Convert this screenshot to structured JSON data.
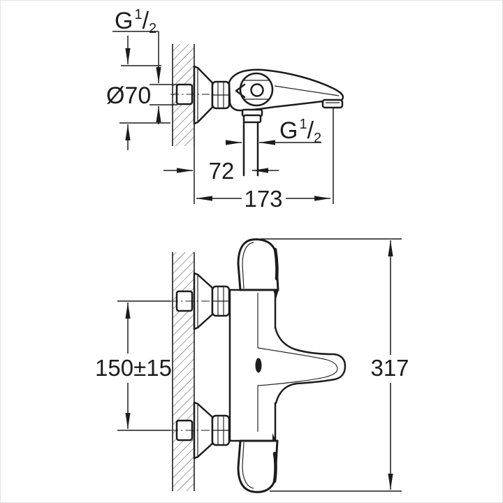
{
  "colors": {
    "ink": "#1c1c1c",
    "paper": "#ffffff",
    "hatch": "#4d4d4d"
  },
  "top_view": {
    "wall_thread_label": {
      "base": "G",
      "sup": "1",
      "slash": "/",
      "sub": "2"
    },
    "escutcheon_diameter_label": "Ø70",
    "spout_thread_label": {
      "base": "G",
      "sup": "1",
      "slash": "/",
      "sub": "2"
    },
    "wall_to_shower_outlet_mm": "72",
    "wall_to_spout_tip_mm": "173"
  },
  "front_view": {
    "inlet_centers_mm": "150±15",
    "overall_height_mm": "317"
  }
}
